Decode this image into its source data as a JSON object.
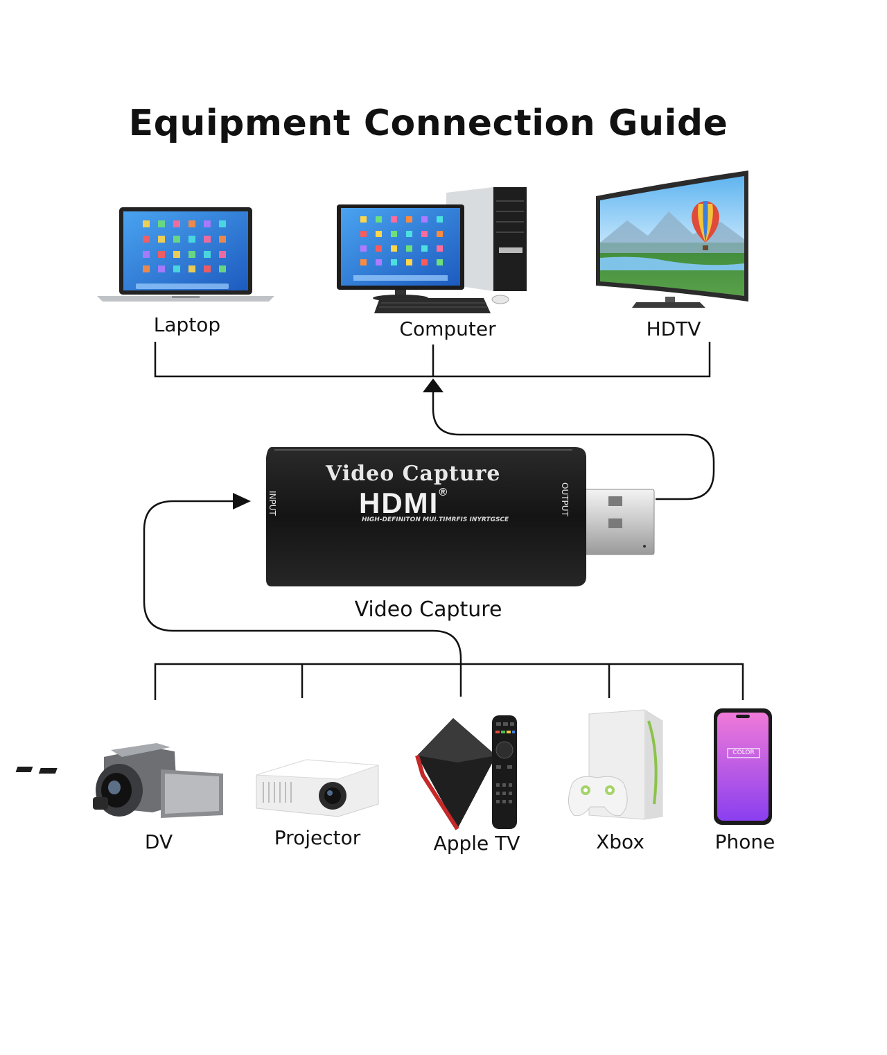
{
  "title": "Equipment Connection Guide",
  "output_devices": [
    {
      "label": "Laptop",
      "icon": "laptop-icon"
    },
    {
      "label": "Computer",
      "icon": "desktop-computer-icon"
    },
    {
      "label": "HDTV",
      "icon": "curved-tv-icon"
    }
  ],
  "capture_device": {
    "caption": "Video Capture",
    "face_title": "Video Capture",
    "brand": "HDMI",
    "registered": "®",
    "subtitle": "HIGH-DEFINITON MUI.TIMRFIS INYRTGSCE",
    "input_label": "INPUT",
    "output_label": "OUTPUT"
  },
  "input_devices": [
    {
      "label": "DV",
      "icon": "camcorder-icon"
    },
    {
      "label": "Projector",
      "icon": "projector-icon"
    },
    {
      "label": "Apple TV",
      "icon": "tv-box-remote-icon"
    },
    {
      "label": "Xbox",
      "icon": "game-console-icon"
    },
    {
      "label": "Phone",
      "icon": "smartphone-icon"
    }
  ],
  "phone_screen_text": "COLOR",
  "colors": {
    "line": "#111111",
    "device_body": "#1c1c1c",
    "screen_blue": "#2f7fd8",
    "phone_gradient_top": "#f07ad8",
    "phone_gradient_bottom": "#8a3ff0"
  }
}
